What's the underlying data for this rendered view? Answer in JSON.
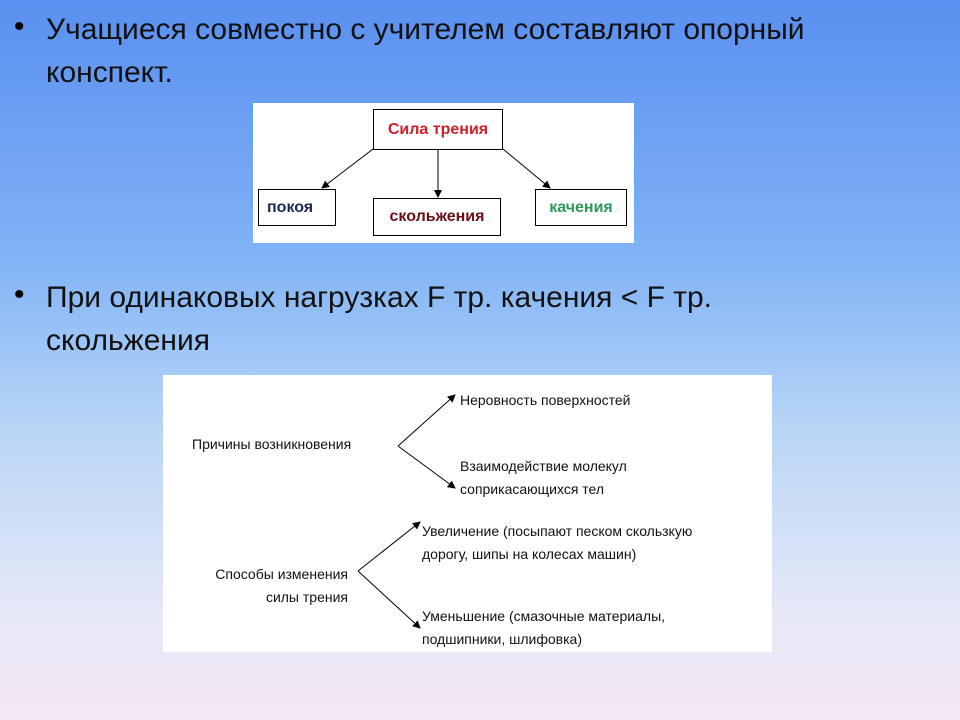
{
  "bullets": [
    {
      "line1": "Учащиеся совместно с учителем составляют опорный",
      "line2": "конспект."
    },
    {
      "line1": "При одинаковых нагрузках F тр. качения < F тр.",
      "line2": "скольжения"
    }
  ],
  "diagram1": {
    "root": "Сила трения",
    "children": [
      {
        "label": "покоя",
        "color": "#1a2a5a"
      },
      {
        "label": "скольжения",
        "color": "#6b0f1a"
      },
      {
        "label": "качения",
        "color": "#2e9a5a"
      }
    ],
    "root_color": "#d0202a"
  },
  "diagram2": {
    "causes": {
      "label": "Причины возникновения",
      "items": [
        "Неровность поверхностей",
        [
          "Взаимодействие молекул",
          "соприкасающихся тел"
        ]
      ]
    },
    "methods": {
      "label": [
        "Способы изменения",
        "силы трения"
      ],
      "items": [
        [
          "Увеличение (посыпают песком скользкую",
          "дорогу, шипы на колесах машин)"
        ],
        [
          "Уменьшение (смазочные материалы,",
          "подшипники, шлифовка)"
        ]
      ]
    }
  }
}
